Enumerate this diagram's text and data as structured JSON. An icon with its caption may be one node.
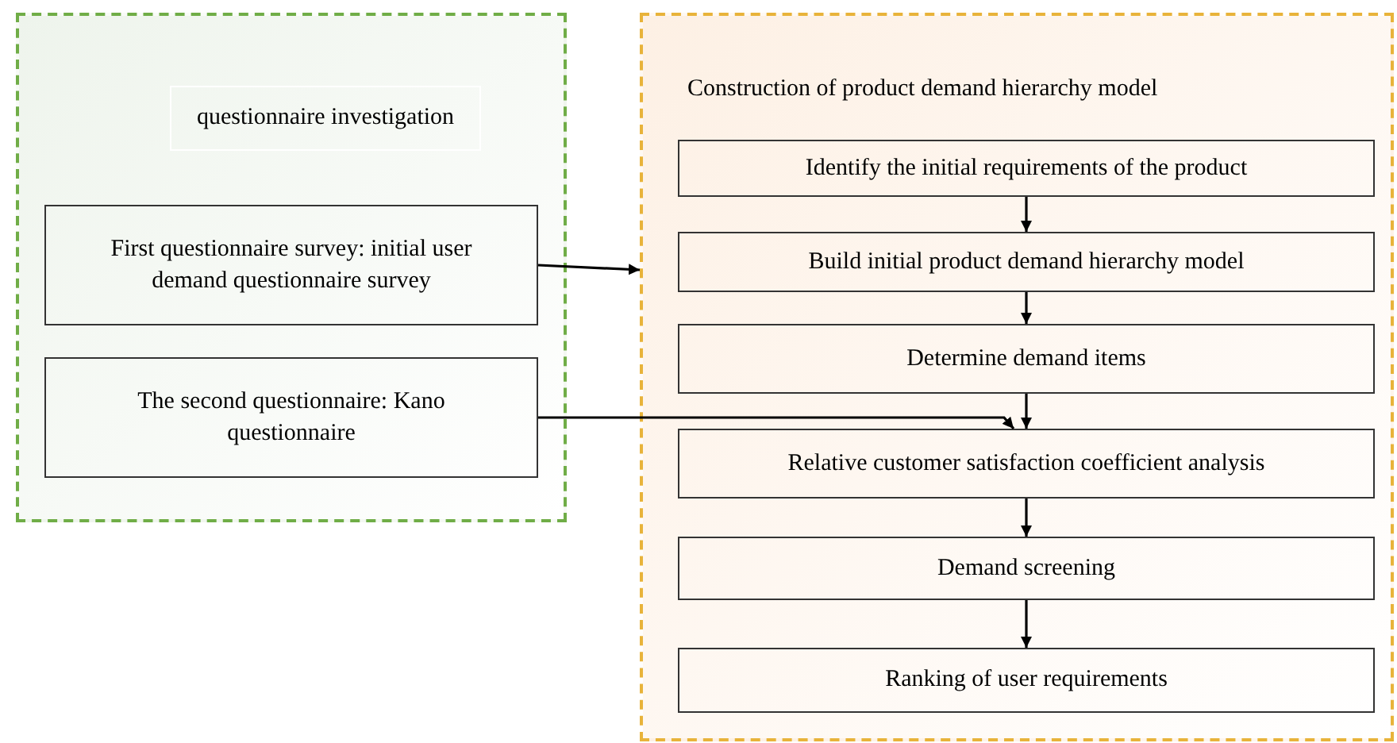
{
  "diagram": {
    "nodes": [
      {
        "text": [
          "questionnaire investigation"
        ]
      },
      {
        "text": [
          "First questionnaire survey: initial user demand questionnaire survey"
        ],
        "in": 0
      },
      {
        "text": [
          "The second questionnaire: Kano questionnaire"
        ],
        "in": 0
      },
      {
        "text": [
          "Construction of product demand hierarchy model"
        ]
      },
      {
        "text": [
          "Identify the initial requirements of the product"
        ],
        "in": 3
      },
      {
        "text": [
          "Build initial product demand hierarchy model"
        ],
        "in": 3
      },
      {
        "text": [
          "Determine demand items"
        ],
        "in": 3
      },
      {
        "text": [
          "Relative customer satisfaction coefficient analysis"
        ],
        "in": 3
      },
      {
        "text": [
          "Demand screening"
        ],
        "in": 3
      },
      {
        "text": [
          "Ranking of user requirements"
        ],
        "in": 3
      }
    ],
    "edges": [
      {
        "from": 1,
        "to": 3,
        "arrow": "to"
      },
      {
        "from": 2,
        "to": 7,
        "arrow": "to"
      },
      {
        "from": 4,
        "to": 5,
        "arrow": "to"
      },
      {
        "from": 5,
        "to": 6,
        "arrow": "to"
      },
      {
        "from": 6,
        "to": 7,
        "arrow": "to"
      },
      {
        "from": 7,
        "to": 8,
        "arrow": "to"
      },
      {
        "from": 8,
        "to": 9,
        "arrow": "to"
      }
    ]
  }
}
